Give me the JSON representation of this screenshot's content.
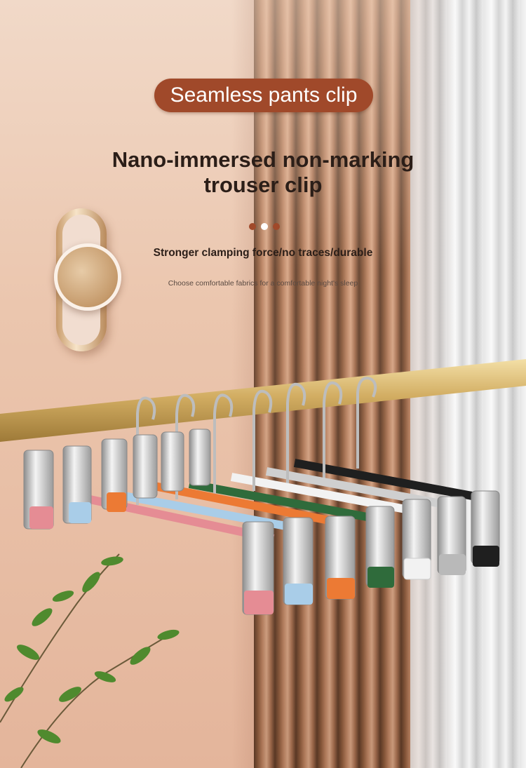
{
  "banner": {
    "title_pill": "Seamless pants clip",
    "headline_line1": "Nano-immersed non-marking",
    "headline_line2": "trouser clip",
    "subheadline": "Stronger clamping force/no traces/durable",
    "caption": "Choose comfortable fabrics for a comfortable night's sleep"
  },
  "colors": {
    "pill_background": "#a0492a",
    "headline_text": "#2b1e18",
    "gold_rod": "#c9a55a"
  },
  "product": {
    "hanger_colors": [
      "#e58c94",
      "#a9cde8",
      "#ec7a34",
      "#2f6b3b",
      "#f2f2f2",
      "#b9b9b9",
      "#1f1f1f"
    ]
  }
}
